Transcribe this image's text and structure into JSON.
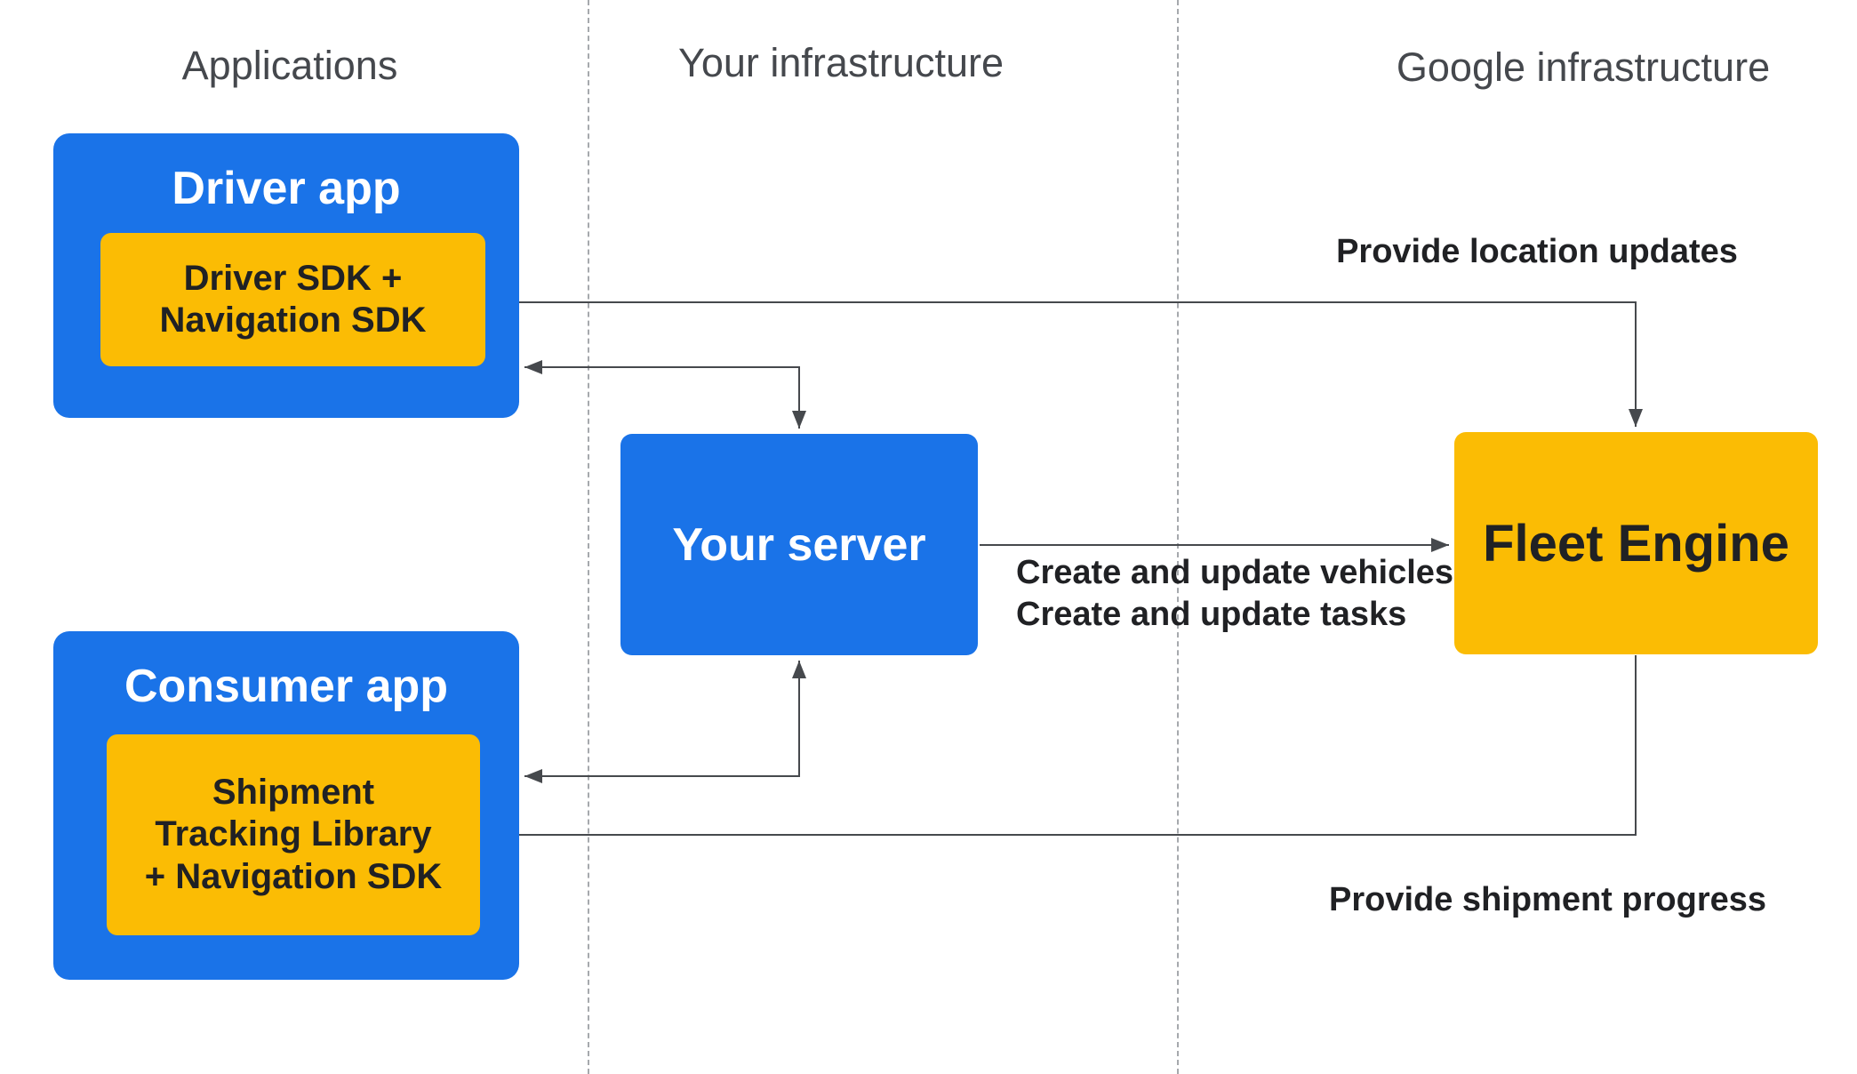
{
  "colors": {
    "blue": "#1a73e8",
    "yellow": "#fbbc04",
    "arrow": "#46494d",
    "text_dark": "#202124",
    "header_gray": "#45484d",
    "divider_gray": "#a6a9ad"
  },
  "columns": [
    {
      "label": "Applications"
    },
    {
      "label": "Your infrastructure"
    },
    {
      "label": "Google infrastructure"
    }
  ],
  "nodes": {
    "driver_app": {
      "title": "Driver app",
      "sdk_label": [
        "Driver SDK +",
        "Navigation SDK"
      ]
    },
    "consumer_app": {
      "title": "Consumer app",
      "sdk_label": [
        "Shipment",
        "Tracking Library",
        "+ Navigation SDK"
      ]
    },
    "your_server": {
      "title": "Your server"
    },
    "fleet_engine": {
      "title": "Fleet Engine"
    }
  },
  "edge_labels": {
    "location_updates": "Provide location updates",
    "create_vehicles": "Create and update vehicles",
    "create_tasks": "Create and update tasks",
    "shipment_progress": "Provide shipment progress"
  }
}
